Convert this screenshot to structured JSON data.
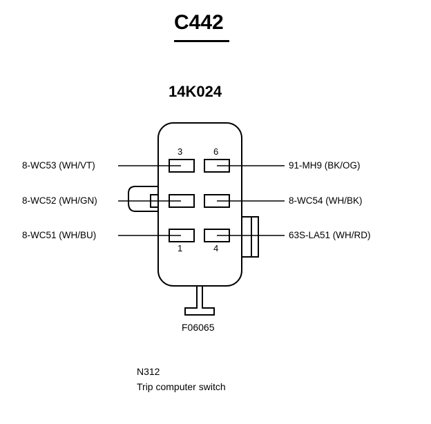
{
  "connector": {
    "title": "C442",
    "part_number": "14K024",
    "figure_code": "F06065",
    "component_code": "N312",
    "component_name": "Trip computer switch"
  },
  "wires_left": [
    {
      "pin": "3",
      "label": "8-WC53 (WH/VT)"
    },
    {
      "pin": "",
      "label": "8-WC52 (WH/GN)"
    },
    {
      "pin": "1",
      "label": "8-WC51 (WH/BU)"
    }
  ],
  "wires_right": [
    {
      "pin": "6",
      "label": "91-MH9 (BK/OG)"
    },
    {
      "pin": "",
      "label": "8-WC54 (WH/BK)"
    },
    {
      "pin": "4",
      "label": "63S-LA51 (WH/RD)"
    }
  ]
}
